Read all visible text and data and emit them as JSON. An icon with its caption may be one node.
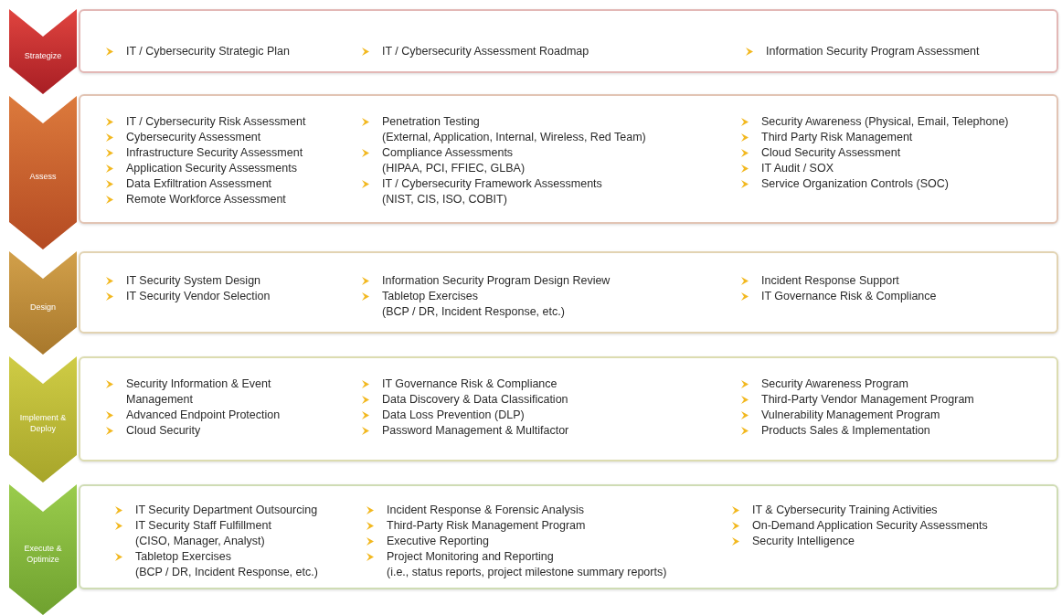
{
  "diagram": {
    "nodes": [
      {
        "text": [
          "Strategize"
        ]
      },
      {
        "text": [
          "IT / Cybersecurity Strategic Plan",
          "IT / Cybersecurity Assessment Roadmap",
          "Information Security Program Assessment"
        ]
      },
      {
        "text": [
          "Assess"
        ]
      },
      {
        "text": [
          "IT / Cybersecurity Risk Assessment",
          "Cybersecurity Assessment",
          "Infrastructure Security Assessment",
          "Application Security Assessments",
          "Data Exfiltration Assessment",
          "Remote Workforce Assessment",
          "Penetration Testing (External, Application, Internal, Wireless, Red Team)",
          "Compliance Assessments (HIPAA, PCI, FFIEC, GLBA)",
          "IT / Cybersecurity Framework Assessments (NIST, CIS, ISO, COBIT)",
          "Security Awareness (Physical, Email, Telephone)",
          "Third Party Risk Management",
          "Cloud Security Assessment",
          "IT Audit / SOX",
          "Service Organization Controls (SOC)"
        ]
      },
      {
        "text": [
          "Design"
        ]
      },
      {
        "text": [
          "IT Security System Design",
          "IT Security Vendor Selection",
          "Information Security Program Design Review",
          "Tabletop Exercises (BCP / DR, Incident Response, etc.)",
          "Incident Response Support",
          "IT Governance Risk & Compliance"
        ]
      },
      {
        "text": [
          "Implement & Deploy"
        ]
      },
      {
        "text": [
          "Security Information & Event Management",
          "Advanced Endpoint Protection",
          "Cloud Security",
          "IT Governance Risk & Compliance",
          "Data Discovery & Data Classification",
          "Data Loss Prevention (DLP)",
          "Password Management & Multifactor",
          "Security Awareness Program",
          "Third-Party Vendor Management Program",
          "Vulnerability Management Program",
          "Products Sales & Implementation"
        ]
      },
      {
        "text": [
          "Execute & Optimize"
        ]
      },
      {
        "text": [
          "IT Security Department Outsourcing",
          "IT Security Staff Fulfillment (CISO, Manager, Analyst)",
          "Tabletop Exercises (BCP / DR, Incident Response, etc.)",
          "Incident Response & Forensic Analysis",
          "Third-Party Risk Management Program",
          "Executive Reporting",
          "Project Monitoring and Reporting (i.e., status reports, project milestone summary reports)",
          "IT & Cybersecurity Training Activities",
          "On-Demand Application Security Assessments",
          "Security Intelligence"
        ]
      }
    ]
  }
}
